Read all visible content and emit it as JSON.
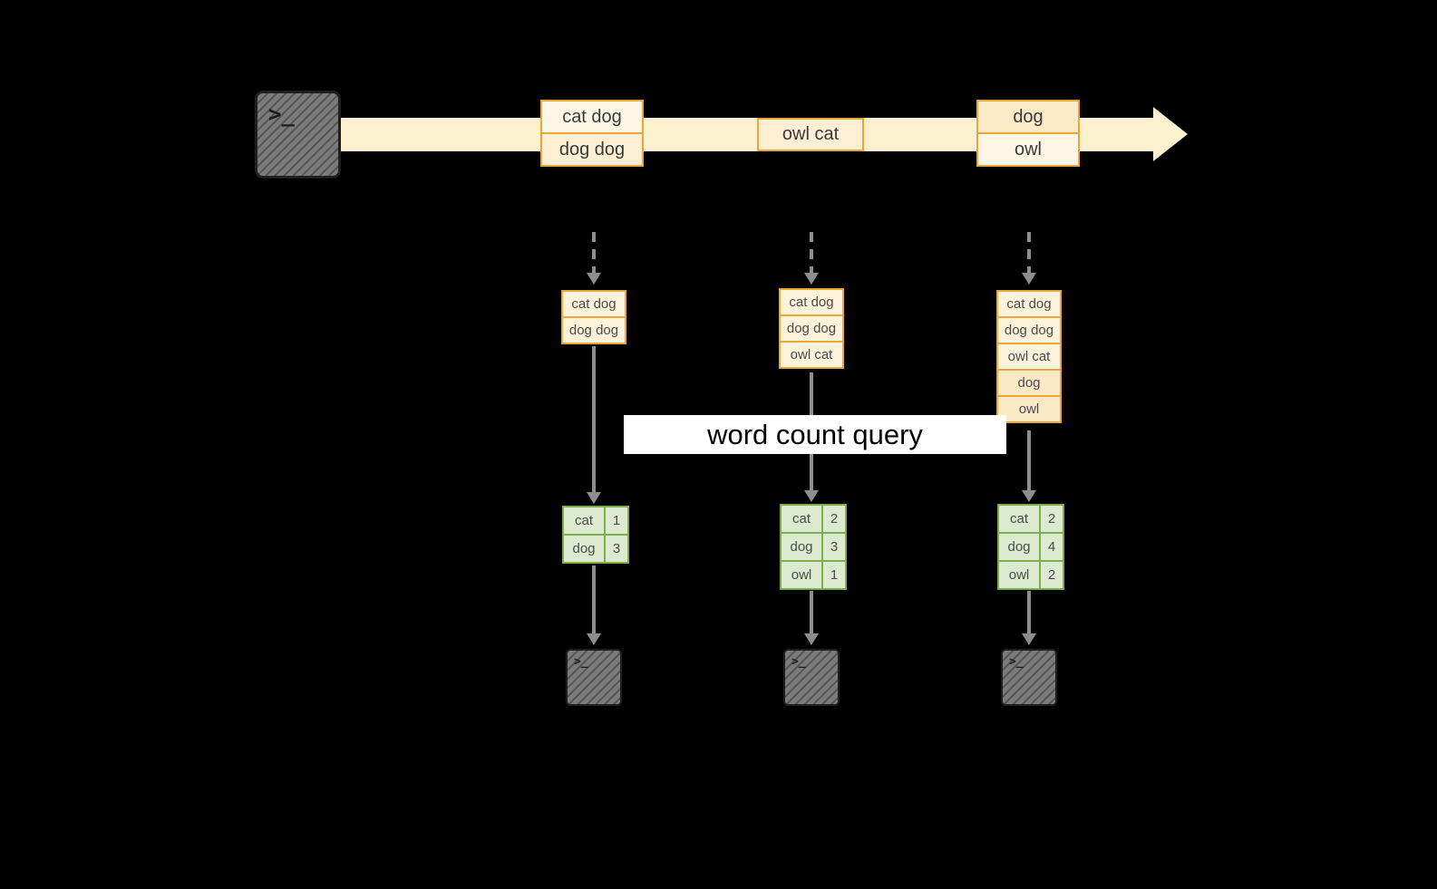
{
  "colors": {
    "background": "#000000",
    "stream_band": "#fbf1cf",
    "event_border": "#e9a63b",
    "event_fill": "#fdf3da",
    "table_border": "#7fae4e",
    "table_fill": "#dcead0",
    "arrow": "#8e8e8e",
    "terminal_fill": "#7b7b7b",
    "banner_bg": "#ffffff",
    "banner_text": "#000000"
  },
  "icons": {
    "terminal_prompt": ">_"
  },
  "banner": {
    "label": "word count query"
  },
  "stream": {
    "events": [
      {
        "lines": [
          "cat dog",
          "dog dog"
        ]
      },
      {
        "lines": [
          "owl cat"
        ]
      },
      {
        "lines": [
          "dog",
          "owl"
        ]
      }
    ]
  },
  "columns": [
    {
      "state": [
        "cat dog",
        "dog dog"
      ],
      "counts": [
        {
          "word": "cat",
          "count": "1"
        },
        {
          "word": "dog",
          "count": "3"
        }
      ]
    },
    {
      "state": [
        "cat dog",
        "dog dog",
        "owl cat"
      ],
      "counts": [
        {
          "word": "cat",
          "count": "2"
        },
        {
          "word": "dog",
          "count": "3"
        },
        {
          "word": "owl",
          "count": "1"
        }
      ]
    },
    {
      "state": [
        "cat dog",
        "dog dog",
        "owl cat",
        "dog",
        "owl"
      ],
      "counts": [
        {
          "word": "cat",
          "count": "2"
        },
        {
          "word": "dog",
          "count": "4"
        },
        {
          "word": "owl",
          "count": "2"
        }
      ]
    }
  ]
}
